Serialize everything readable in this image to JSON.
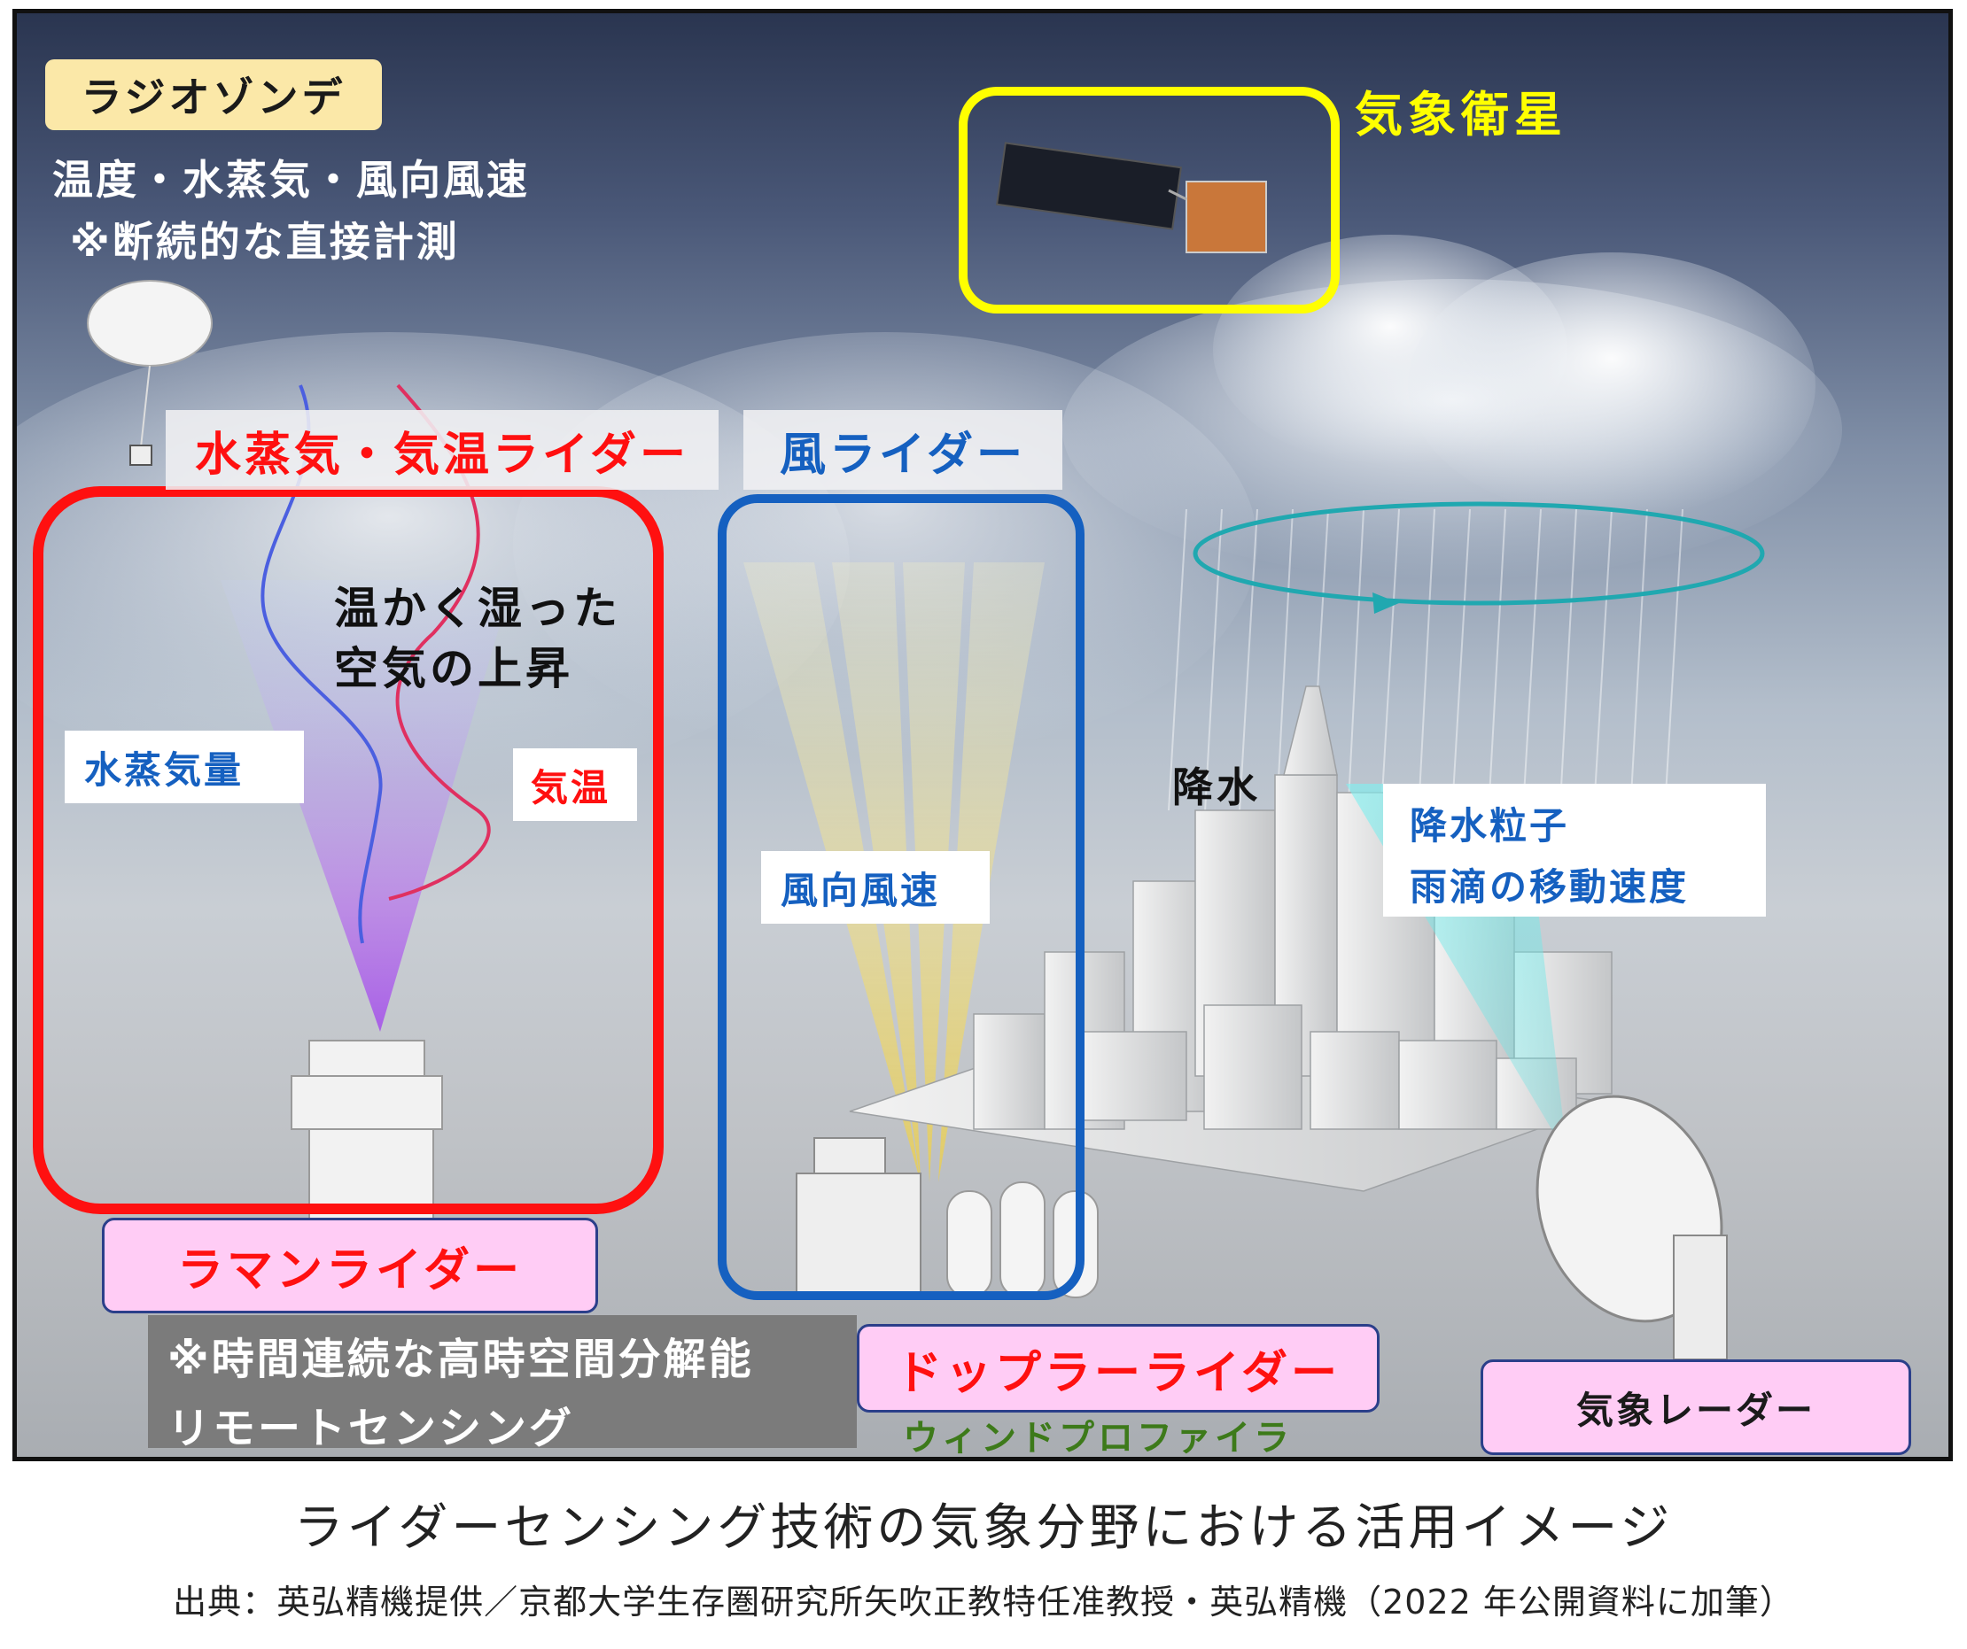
{
  "radiosonde": {
    "title": "ラジオゾンデ",
    "line1": "温度・水蒸気・風向風速",
    "line2": "※断続的な直接計測"
  },
  "satellite": {
    "label": "気象衛星"
  },
  "water_vapor_lidar": {
    "title": "水蒸気・気温ライダー"
  },
  "wind_lidar": {
    "title": "風ライダー"
  },
  "rising_air": {
    "line1": "温かく湿った",
    "line2": "空気の上昇"
  },
  "tags": {
    "water_vapor_amount": "水蒸気量",
    "temperature": "気温",
    "wind_dir_speed": "風向風速",
    "precipitation": "降水",
    "particles_line1": "降水粒子",
    "particles_line2": "雨滴の移動速度"
  },
  "raman_lidar": {
    "label": "ラマンライダー"
  },
  "remote_note": {
    "line1": "※時間連続な高時空間分解能",
    "line2": "リモートセンシング"
  },
  "doppler_lidar": {
    "label": "ドップラーライダー",
    "sub": "ウィンドプロファイラ"
  },
  "weather_radar": {
    "label": "気象レーダー"
  },
  "caption": {
    "title": "ライダーセンシング技術の気象分野における活用イメージ",
    "source": "出典：英弘精機提供／京都大学生存圏研究所矢吹正教特任准教授・英弘精機（2022 年公開資料に加筆）"
  },
  "colors": {
    "red_frame": "#ff1010",
    "blue_frame": "#1560c0",
    "yellow_frame": "#ffff00",
    "pink_label": "#ffccf5",
    "beam_purple": "#b060f0",
    "beam_yellow": "#f5e060",
    "beam_cyan": "#60e8e0"
  }
}
